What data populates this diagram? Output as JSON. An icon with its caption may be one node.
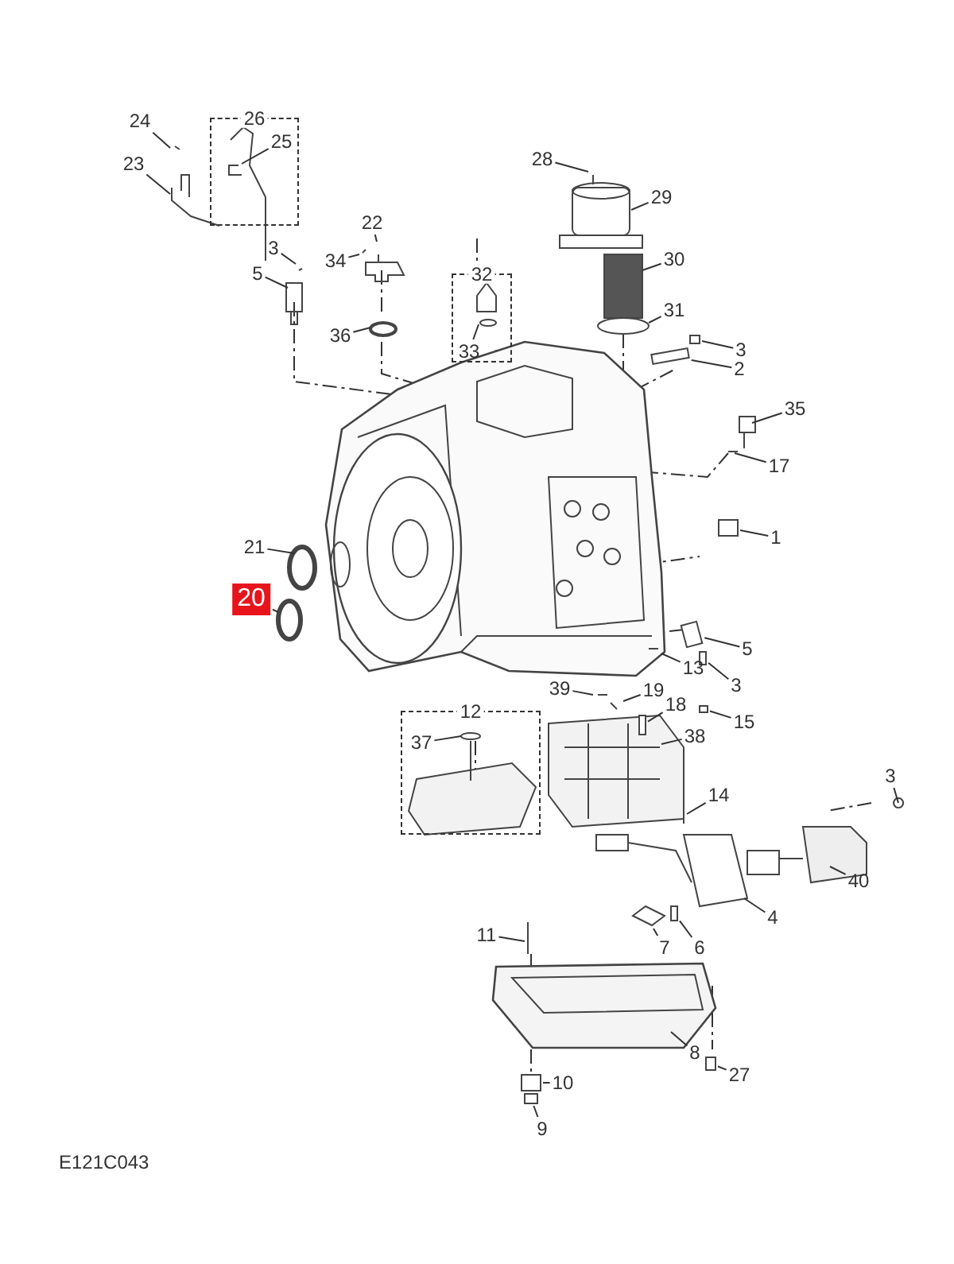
{
  "diagram": {
    "nodes": [
      {
        "text": [
          "24"
        ]
      },
      {
        "text": [
          "26"
        ]
      },
      {
        "text": [
          "25"
        ],
        "in": 1
      },
      {
        "text": [
          "23"
        ]
      },
      {
        "text": [
          "28"
        ]
      },
      {
        "text": [
          "29"
        ]
      },
      {
        "text": [
          "22"
        ]
      },
      {
        "text": [
          "3"
        ]
      },
      {
        "text": [
          "34"
        ]
      },
      {
        "text": [
          "5"
        ]
      },
      {
        "text": [
          "32"
        ]
      },
      {
        "text": [
          "30"
        ]
      },
      {
        "text": [
          "31"
        ]
      },
      {
        "text": [
          "36"
        ]
      },
      {
        "text": [
          "33"
        ],
        "in": 10
      },
      {
        "text": [
          "3"
        ]
      },
      {
        "text": [
          "2"
        ]
      },
      {
        "text": [
          "35"
        ]
      },
      {
        "text": [
          "17"
        ]
      },
      {
        "text": [
          "1"
        ]
      },
      {
        "text": [
          "21"
        ]
      },
      {
        "text": [
          "20"
        ]
      },
      {
        "text": [
          "5"
        ]
      },
      {
        "text": [
          "13"
        ]
      },
      {
        "text": [
          "3"
        ]
      },
      {
        "text": [
          "39"
        ]
      },
      {
        "text": [
          "19"
        ]
      },
      {
        "text": [
          "18"
        ]
      },
      {
        "text": [
          "15"
        ]
      },
      {
        "text": [
          "12"
        ]
      },
      {
        "text": [
          "37"
        ],
        "in": 29
      },
      {
        "text": [
          "38"
        ]
      },
      {
        "text": [
          "14"
        ]
      },
      {
        "text": [
          "3"
        ]
      },
      {
        "text": [
          "40"
        ]
      },
      {
        "text": [
          "4"
        ]
      },
      {
        "text": [
          "11"
        ]
      },
      {
        "text": [
          "6"
        ]
      },
      {
        "text": [
          "7"
        ]
      },
      {
        "text": [
          "8"
        ]
      },
      {
        "text": [
          "27"
        ]
      },
      {
        "text": [
          "10"
        ]
      },
      {
        "text": [
          "9"
        ]
      },
      {
        "text": [],
        "shape": "box"
      },
      {
        "text": [],
        "shape": "box"
      },
      {
        "text": [],
        "shape": "box"
      },
      {
        "text": [],
        "shape": "box"
      },
      {
        "text": [],
        "shape": "box"
      },
      {
        "text": [],
        "shape": "box"
      },
      {
        "text": [],
        "shape": "box"
      },
      {
        "text": [],
        "shape": "box"
      },
      {
        "text": [],
        "shape": "box"
      },
      {
        "text": [],
        "shape": "box"
      },
      {
        "text": [],
        "shape": "box"
      }
    ],
    "edges": [
      {
        "from": 0,
        "to": null,
        "arrow": "none"
      },
      {
        "from": 2,
        "to": null,
        "arrow": "none"
      },
      {
        "from": 3,
        "to": null,
        "arrow": "none"
      },
      {
        "from": 4,
        "to": null,
        "arrow": "none"
      },
      {
        "from": 5,
        "to": null,
        "arrow": "none"
      },
      {
        "from": 6,
        "to": null,
        "arrow": "none"
      },
      {
        "from": 7,
        "to": null,
        "arrow": "none"
      },
      {
        "from": 8,
        "to": null,
        "arrow": "none"
      },
      {
        "from": 9,
        "to": null,
        "arrow": "none"
      },
      {
        "from": 11,
        "to": null,
        "arrow": "none"
      },
      {
        "from": 12,
        "to": null,
        "arrow": "none"
      },
      {
        "from": 13,
        "to": null,
        "arrow": "none"
      },
      {
        "from": 14,
        "to": null,
        "arrow": "none"
      },
      {
        "from": 15,
        "to": 43,
        "arrow": "none"
      },
      {
        "from": 16,
        "to": 44,
        "arrow": "none"
      },
      {
        "from": 17,
        "to": null,
        "arrow": "none"
      },
      {
        "from": 18,
        "to": null,
        "arrow": "none"
      },
      {
        "from": 19,
        "to": 45,
        "arrow": "none"
      },
      {
        "from": 20,
        "to": null,
        "arrow": "none"
      },
      {
        "from": 21,
        "to": null,
        "arrow": "none"
      },
      {
        "from": 22,
        "to": 46,
        "arrow": "none"
      },
      {
        "from": 23,
        "to": null,
        "arrow": "none"
      },
      {
        "from": 24,
        "to": 47,
        "arrow": "none"
      },
      {
        "from": 25,
        "to": null,
        "arrow": "none"
      },
      {
        "from": 26,
        "to": null,
        "arrow": "none"
      },
      {
        "from": 27,
        "to": 48,
        "arrow": "none"
      },
      {
        "from": 28,
        "to": 49,
        "arrow": "none"
      },
      {
        "from": 30,
        "to": null,
        "arrow": "none"
      },
      {
        "from": 31,
        "to": null,
        "arrow": "none"
      },
      {
        "from": 32,
        "to": null,
        "arrow": "none"
      },
      {
        "from": 33,
        "to": null,
        "arrow": "none"
      },
      {
        "from": 34,
        "to": null,
        "arrow": "none"
      },
      {
        "from": 35,
        "to": null,
        "arrow": "none"
      },
      {
        "from": 36,
        "to": null,
        "arrow": "none"
      },
      {
        "from": 37,
        "to": 50,
        "arrow": "none"
      },
      {
        "from": 38,
        "to": null,
        "arrow": "none"
      },
      {
        "from": 39,
        "to": null,
        "arrow": "none"
      },
      {
        "from": 40,
        "to": 51,
        "arrow": "none"
      },
      {
        "from": 41,
        "to": 52,
        "arrow": "none"
      },
      {
        "from": 42,
        "to": 53,
        "arrow": "none"
      }
    ],
    "labels": [
      "E121C043"
    ]
  }
}
